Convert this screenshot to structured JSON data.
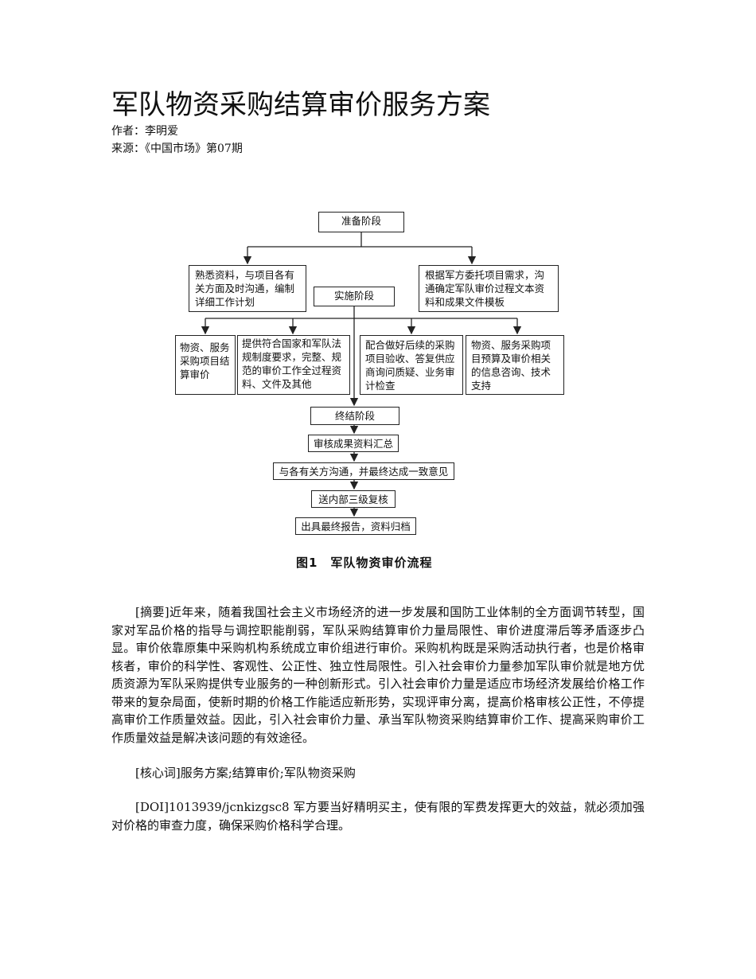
{
  "title": "军队物资采购结算审价服务方案",
  "author": "作者：李明爱",
  "source": "来源：《中国市场》第07期",
  "flowchart": {
    "prep_stage": "准备阶段",
    "prep_left": "熟悉资料，与项目各有关方面及时沟通，编制详细工作计划",
    "prep_right": "根据军方委托项目需求，沟通确定军队审价过程文本资料和成果文件模板",
    "impl_stage": "实施阶段",
    "impl_1": "物资、服务采购项目结算审价",
    "impl_2": "提供符合国家和军队法规制度要求，完整、规范的审价工作全过程资料、文件及其他",
    "impl_3": "配合做好后续的采购项目验收、答复供应商询问质疑、业务审计检查",
    "impl_4": "物资、服务采购项目预算及审价相关的信息咨询、技术支持",
    "final_stage": "终结阶段",
    "final_1": "审核成果资料汇总",
    "final_2": "与各有关方沟通，并最终达成一致意见",
    "final_3": "送内部三级复核",
    "final_4": "出具最终报告，资料归档",
    "caption": "图1　军队物资审价流程"
  },
  "abstract": "[摘要]近年来，随着我国社会主义市场经济的进一步发展和国防工业体制的全方面调节转型，国家对军品价格的指导与调控职能削弱，军队采购结算审价力量局限性、审价进度滞后等矛盾逐步凸显。审价依靠原集中采购机构系统成立审价组进行审价。采购机构既是采购活动执行者，也是价格审核者，审价的科学性、客观性、公正性、独立性局限性。引入社会审价力量参加军队审价就是地方优质资源为军队采购提供专业服务的一种创新形式。引入社会审价力量是适应市场经济发展给价格工作带来的复杂局面，使新时期的价格工作能适应新形势，实现评审分离，提高价格审核公正性，不停提高审价工作质量效益。因此，引入社会审价力量、承当军队物资采购结算审价工作、提高采购审价工作质量效益是解决该问题的有效途径。",
  "keywords": "[核心词]服务方案;结算审价;军队物资采购",
  "intro": "[DOI]1013939/jcnkizgsc8 军方要当好精明买主，使有限的军费发挥更大的效益，就必须加强对价格的审查力度，确保采购价格科学合理。"
}
